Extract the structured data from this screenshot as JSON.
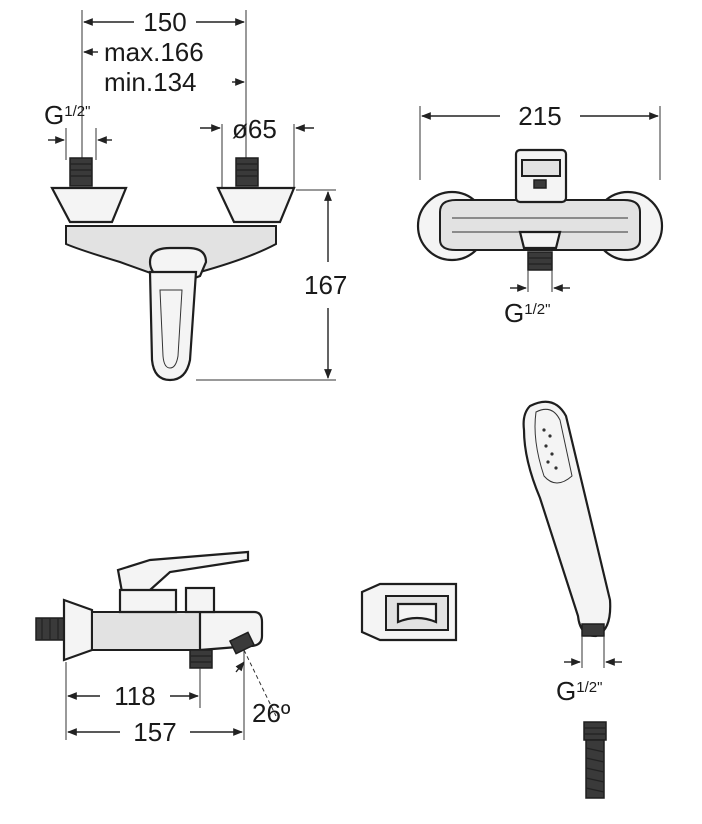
{
  "front_view": {
    "width_label": "150",
    "max_label": "max.166",
    "min_label": "min.134",
    "thread_label_main": "G",
    "thread_label_frac": "1/2\"",
    "diameter_label": "ø65",
    "height_label": "167"
  },
  "top_view": {
    "width_label": "215",
    "thread_label_main": "G",
    "thread_label_frac": "1/2\""
  },
  "side_view": {
    "length_118": "118",
    "length_157": "157",
    "angle_label": "26º"
  },
  "hand_shower": {
    "thread_label_main": "G",
    "thread_label_frac": "1/2\""
  }
}
